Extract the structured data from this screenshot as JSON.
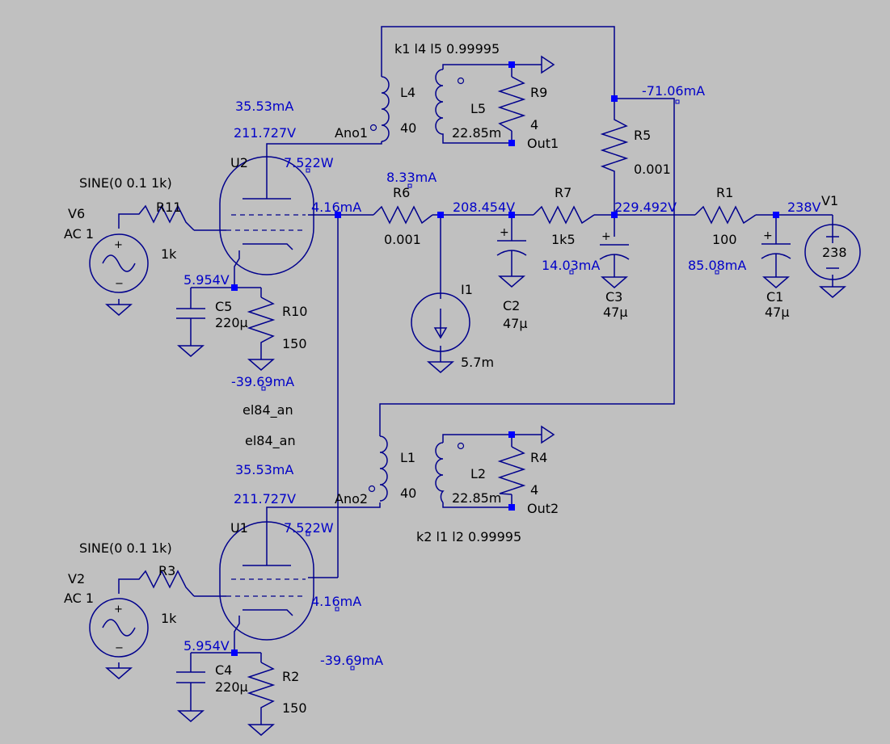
{
  "colors": {
    "background": "#c0c0c0",
    "wire": "#00008c",
    "label": "#000000",
    "annotation": "#0000c8",
    "node": "#0000ff"
  },
  "directives": {
    "k1": "k1 l4 l5 0.99995",
    "k2": "k2 l1 l2 0.99995"
  },
  "sources": {
    "v6": {
      "name": "V6",
      "ac": "AC 1",
      "sine": "SINE(0 0.1 1k)"
    },
    "v2": {
      "name": "V2",
      "ac": "AC 1",
      "sine": "SINE(0 0.1 1k)"
    },
    "v1": {
      "name": "V1",
      "value": "238"
    },
    "i1": {
      "name": "I1",
      "value": "5.7m"
    }
  },
  "tubes": {
    "u2": {
      "name": "U2",
      "model": "el84_an"
    },
    "u1": {
      "name": "U1",
      "model": "el84_an"
    }
  },
  "inductors": {
    "l4": {
      "name": "L4",
      "value": "40"
    },
    "l5": {
      "name": "L5",
      "value": "22.85m"
    },
    "l1": {
      "name": "L1",
      "value": "40"
    },
    "l2": {
      "name": "L2",
      "value": "22.85m"
    }
  },
  "resistors": {
    "r1": {
      "name": "R1",
      "value": "100"
    },
    "r2": {
      "name": "R2",
      "value": "150"
    },
    "r3": {
      "name": "R3",
      "value": "1k"
    },
    "r4": {
      "name": "R4",
      "value": "4"
    },
    "r5": {
      "name": "R5",
      "value": "0.001"
    },
    "r6": {
      "name": "R6",
      "value": "0.001"
    },
    "r7": {
      "name": "R7",
      "value": "1k5"
    },
    "r9": {
      "name": "R9",
      "value": "4"
    },
    "r10": {
      "name": "R10",
      "value": "150"
    },
    "r11": {
      "name": "R11",
      "value": "1k"
    }
  },
  "capacitors": {
    "c1": {
      "name": "C1",
      "value": "47µ"
    },
    "c2": {
      "name": "C2",
      "value": "47µ"
    },
    "c3": {
      "name": "C3",
      "value": "47µ"
    },
    "c4": {
      "name": "C4",
      "value": "220µ"
    },
    "c5": {
      "name": "C5",
      "value": "220µ"
    }
  },
  "nets": {
    "ano1": "Ano1",
    "ano2": "Ano2",
    "out1": "Out1",
    "out2": "Out2"
  },
  "readings": {
    "u2_anode_current": "35.53mA",
    "u2_anode_voltage": "211.727V",
    "u2_power": "7.522W",
    "u2_screen_current": "4.16mA",
    "u2_cathode_voltage": "5.954V",
    "u2_cathode_current": "-39.69mA",
    "u1_anode_current": "35.53mA",
    "u1_anode_voltage": "211.727V",
    "u1_power": "7.522W",
    "u1_screen_current": "4.16mA",
    "u1_cathode_voltage": "5.954V",
    "u1_cathode_current": "-39.69mA",
    "r6_current": "8.33mA",
    "screen_node_voltage": "208.454V",
    "c3_node_voltage": "229.492V",
    "supply_voltage": "238V",
    "r5_current": "-71.06mA",
    "r7_current": "14.03mA",
    "r1_current": "85.08mA"
  }
}
